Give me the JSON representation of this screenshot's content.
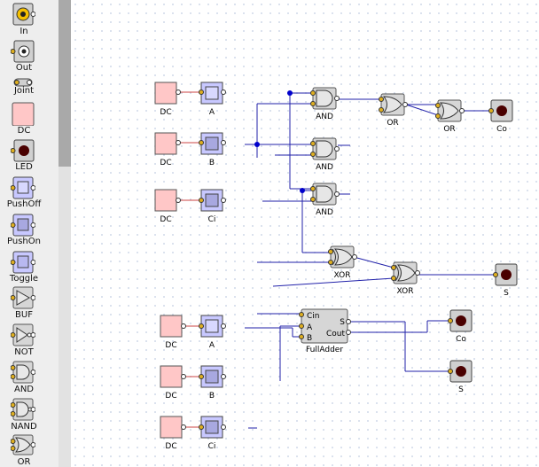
{
  "palette": {
    "items": [
      {
        "label": "In"
      },
      {
        "label": "Out"
      },
      {
        "label": "Joint"
      },
      {
        "label": "DC"
      },
      {
        "label": "LED"
      },
      {
        "label": "PushOff"
      },
      {
        "label": "PushOn"
      },
      {
        "label": "Toggle"
      },
      {
        "label": "BUF"
      },
      {
        "label": "NOT"
      },
      {
        "label": "AND"
      },
      {
        "label": "NAND"
      },
      {
        "label": "OR"
      }
    ]
  },
  "circuit": {
    "dc1": "DC",
    "sw1": "A",
    "dc2": "DC",
    "sw2": "B",
    "dc3": "DC",
    "sw3": "Ci",
    "and1": "AND",
    "and2": "AND",
    "and3": "AND",
    "or1": "OR",
    "or2": "OR",
    "led1": "Co",
    "xor1": "XOR",
    "xor2": "XOR",
    "led2": "S",
    "dc4": "DC",
    "sw4": "A",
    "dc5": "DC",
    "sw5": "B",
    "dc6": "DC",
    "sw6": "Ci",
    "fulladder": {
      "name": "FullAdder",
      "cin": "Cin",
      "a": "A",
      "b": "B",
      "s": "S",
      "cout": "Cout"
    },
    "led3": "Co",
    "led4": "S"
  },
  "colors": {
    "dc_fill": "#ffc7c7",
    "switch_fill": "#c8c8ff",
    "gate_fill": "#dcdcdc",
    "wire": "#2222aa",
    "led_dot": "#4a0000",
    "pin_in": "#e0b020"
  }
}
